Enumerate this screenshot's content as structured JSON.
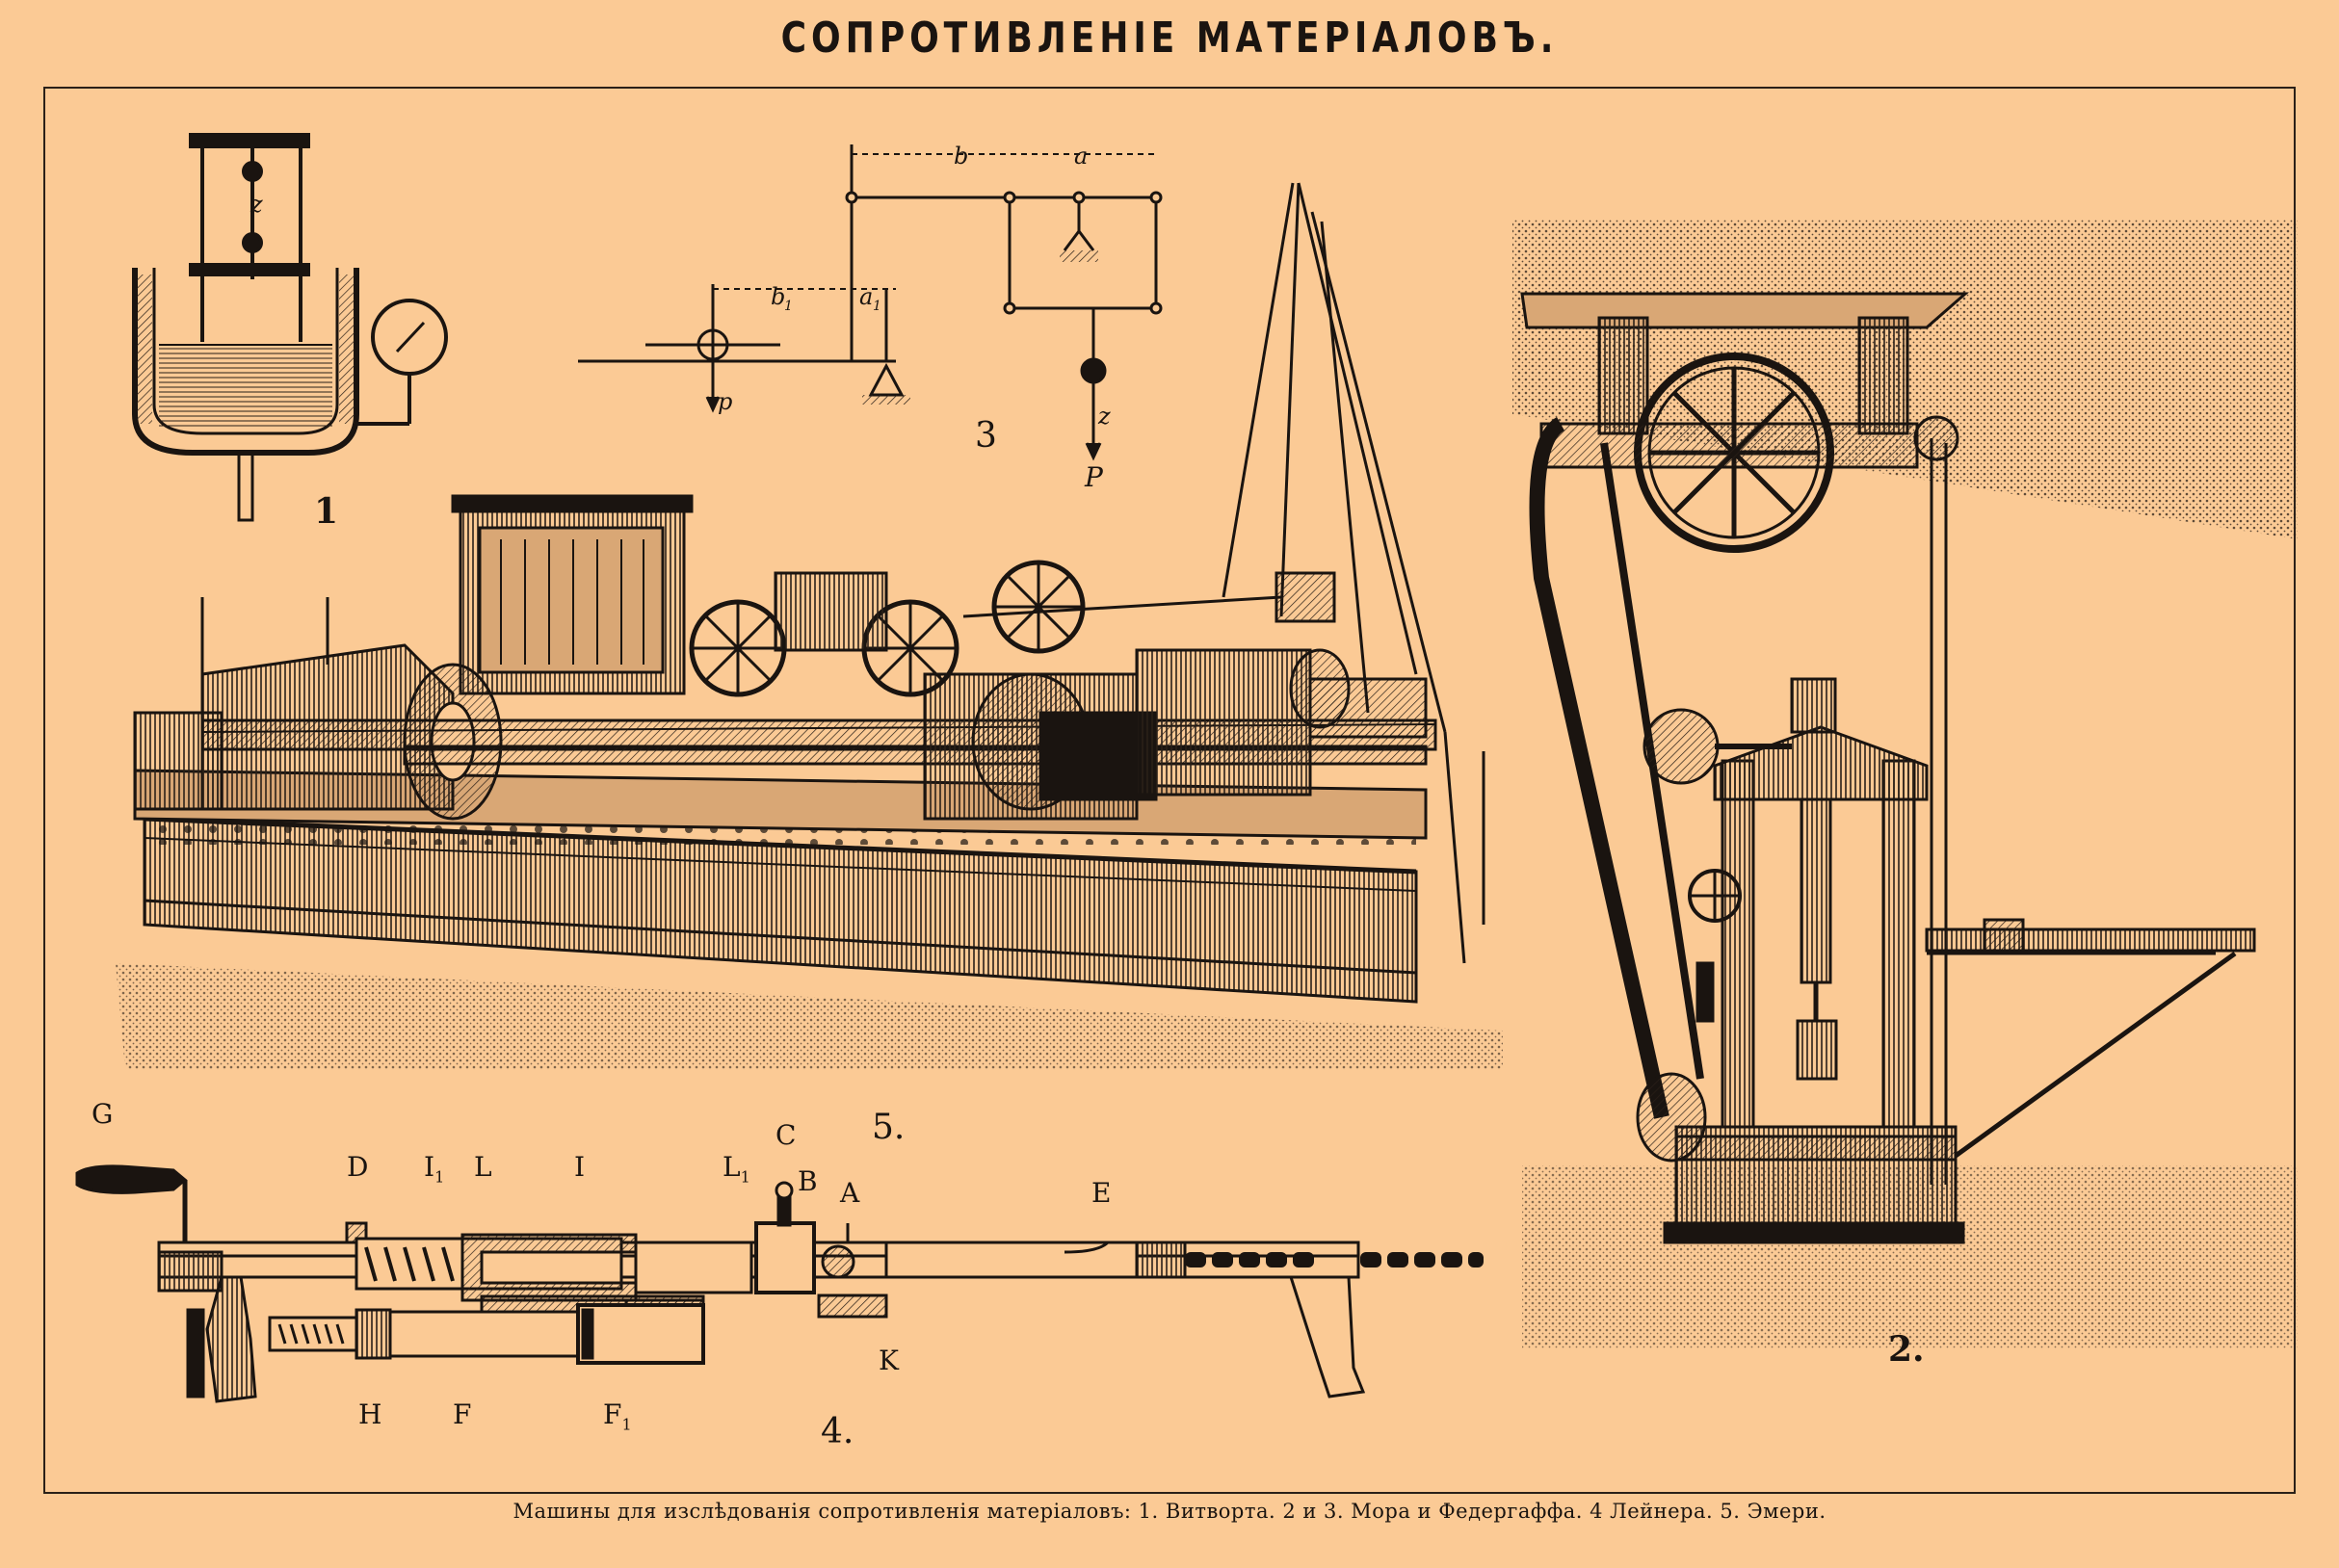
{
  "title": "СОПРОТИВЛЕНІЕ МАТЕРІАЛОВЪ.",
  "caption": "Машины для изслѣдованія сопротивленія матеріаловъ: 1. Витворта. 2 и 3. Мора и Федергаффа. 4 Лейнера. 5. Эмери.",
  "figures": {
    "fig1": "1",
    "fig2": "2.",
    "fig3": "3",
    "fig4": "4.",
    "fig5": "5."
  },
  "fig1_labels": {
    "z": "z"
  },
  "fig3_labels": {
    "b": "b",
    "a": "a",
    "b1": "b",
    "b1_sub": "1",
    "a1": "a",
    "a1_sub": "1",
    "p": "p",
    "z": "z",
    "P": "P"
  },
  "fig4_labels": {
    "G": "G",
    "D": "D",
    "I1": "I",
    "I1_sub": "1",
    "L": "L",
    "I": "I",
    "L1": "L",
    "L1_sub": "1",
    "C": "C",
    "B": "B",
    "A": "A",
    "E": "E",
    "K": "K",
    "H": "H",
    "F": "F",
    "F1": "F",
    "F1_sub": "1"
  },
  "colors": {
    "paper": "#fbca95",
    "ink": "#1a1410"
  }
}
